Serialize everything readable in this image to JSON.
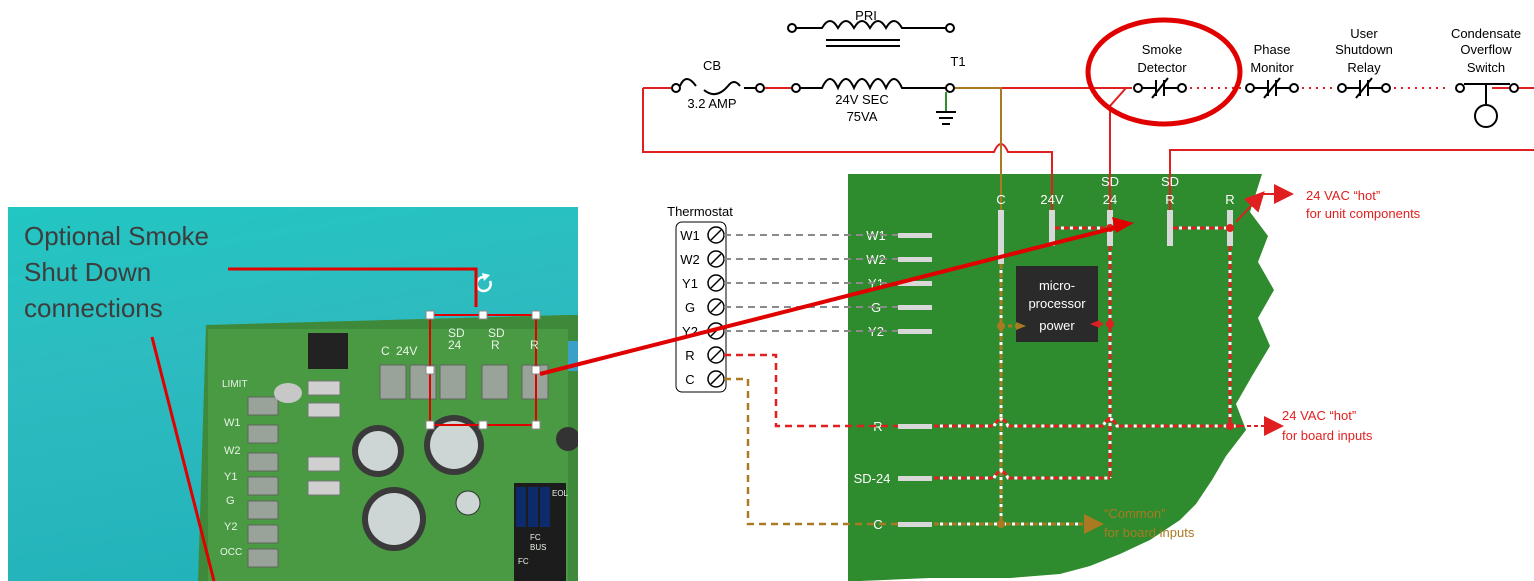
{
  "callout": {
    "line1": "Optional Smoke",
    "line2": "Shut Down",
    "line3": "connections"
  },
  "photo_board": {
    "terminal_labels": [
      "C",
      "24V",
      "SD",
      "24",
      "SD",
      "R",
      "R"
    ],
    "side_labels": [
      "LIMIT",
      "W1",
      "W2",
      "Y1",
      "G",
      "Y2",
      "OCC"
    ],
    "chip_labels": [
      "EOL",
      "FC",
      "BUS",
      "FC"
    ]
  },
  "power_supply": {
    "cb_label": "CB",
    "cb_rating": "3.2 AMP",
    "pri_label": "PRI",
    "transformer_label": "T1",
    "sec_line1": "24V SEC",
    "sec_line2": "75VA"
  },
  "safety_chain": [
    {
      "line1": "",
      "line2": "Smoke",
      "line3": "Detector"
    },
    {
      "line1": "",
      "line2": "Phase",
      "line3": "Monitor"
    },
    {
      "line1": "User",
      "line2": "Shutdown",
      "line3": "Relay"
    },
    {
      "line1": "Condensate",
      "line2": "Overflow",
      "line3": "Switch"
    }
  ],
  "thermostat": {
    "title": "Thermostat",
    "terminals": [
      "W1",
      "W2",
      "Y1",
      "G",
      "Y2",
      "R",
      "C"
    ]
  },
  "board": {
    "top_terminals": [
      {
        "line1": "",
        "line2": "C"
      },
      {
        "line1": "",
        "line2": "24V"
      },
      {
        "line1": "SD",
        "line2": "24"
      },
      {
        "line1": "SD",
        "line2": "R"
      },
      {
        "line1": "",
        "line2": "R"
      }
    ],
    "input_terminals": [
      "W1",
      "W2",
      "Y1",
      "G",
      "Y2"
    ],
    "bottom_terminals": [
      "R",
      "SD-24",
      "C"
    ],
    "micro_line1": "micro-",
    "micro_line2": "processor",
    "micro_line3": "power"
  },
  "annotations": {
    "hot_unit_line1": "24 VAC “hot”",
    "hot_unit_line2": "for unit components",
    "hot_board_line1": "24 VAC “hot”",
    "hot_board_line2": "for board inputs",
    "common_line1": "“Common”",
    "common_line2": "for board inputs"
  },
  "colors": {
    "hot": "#e02020",
    "common": "#a97a22",
    "signal": "#8a8a8a",
    "board": "#2e8b2e",
    "highlight": "#e00000",
    "ground": "#2f8f2f"
  }
}
